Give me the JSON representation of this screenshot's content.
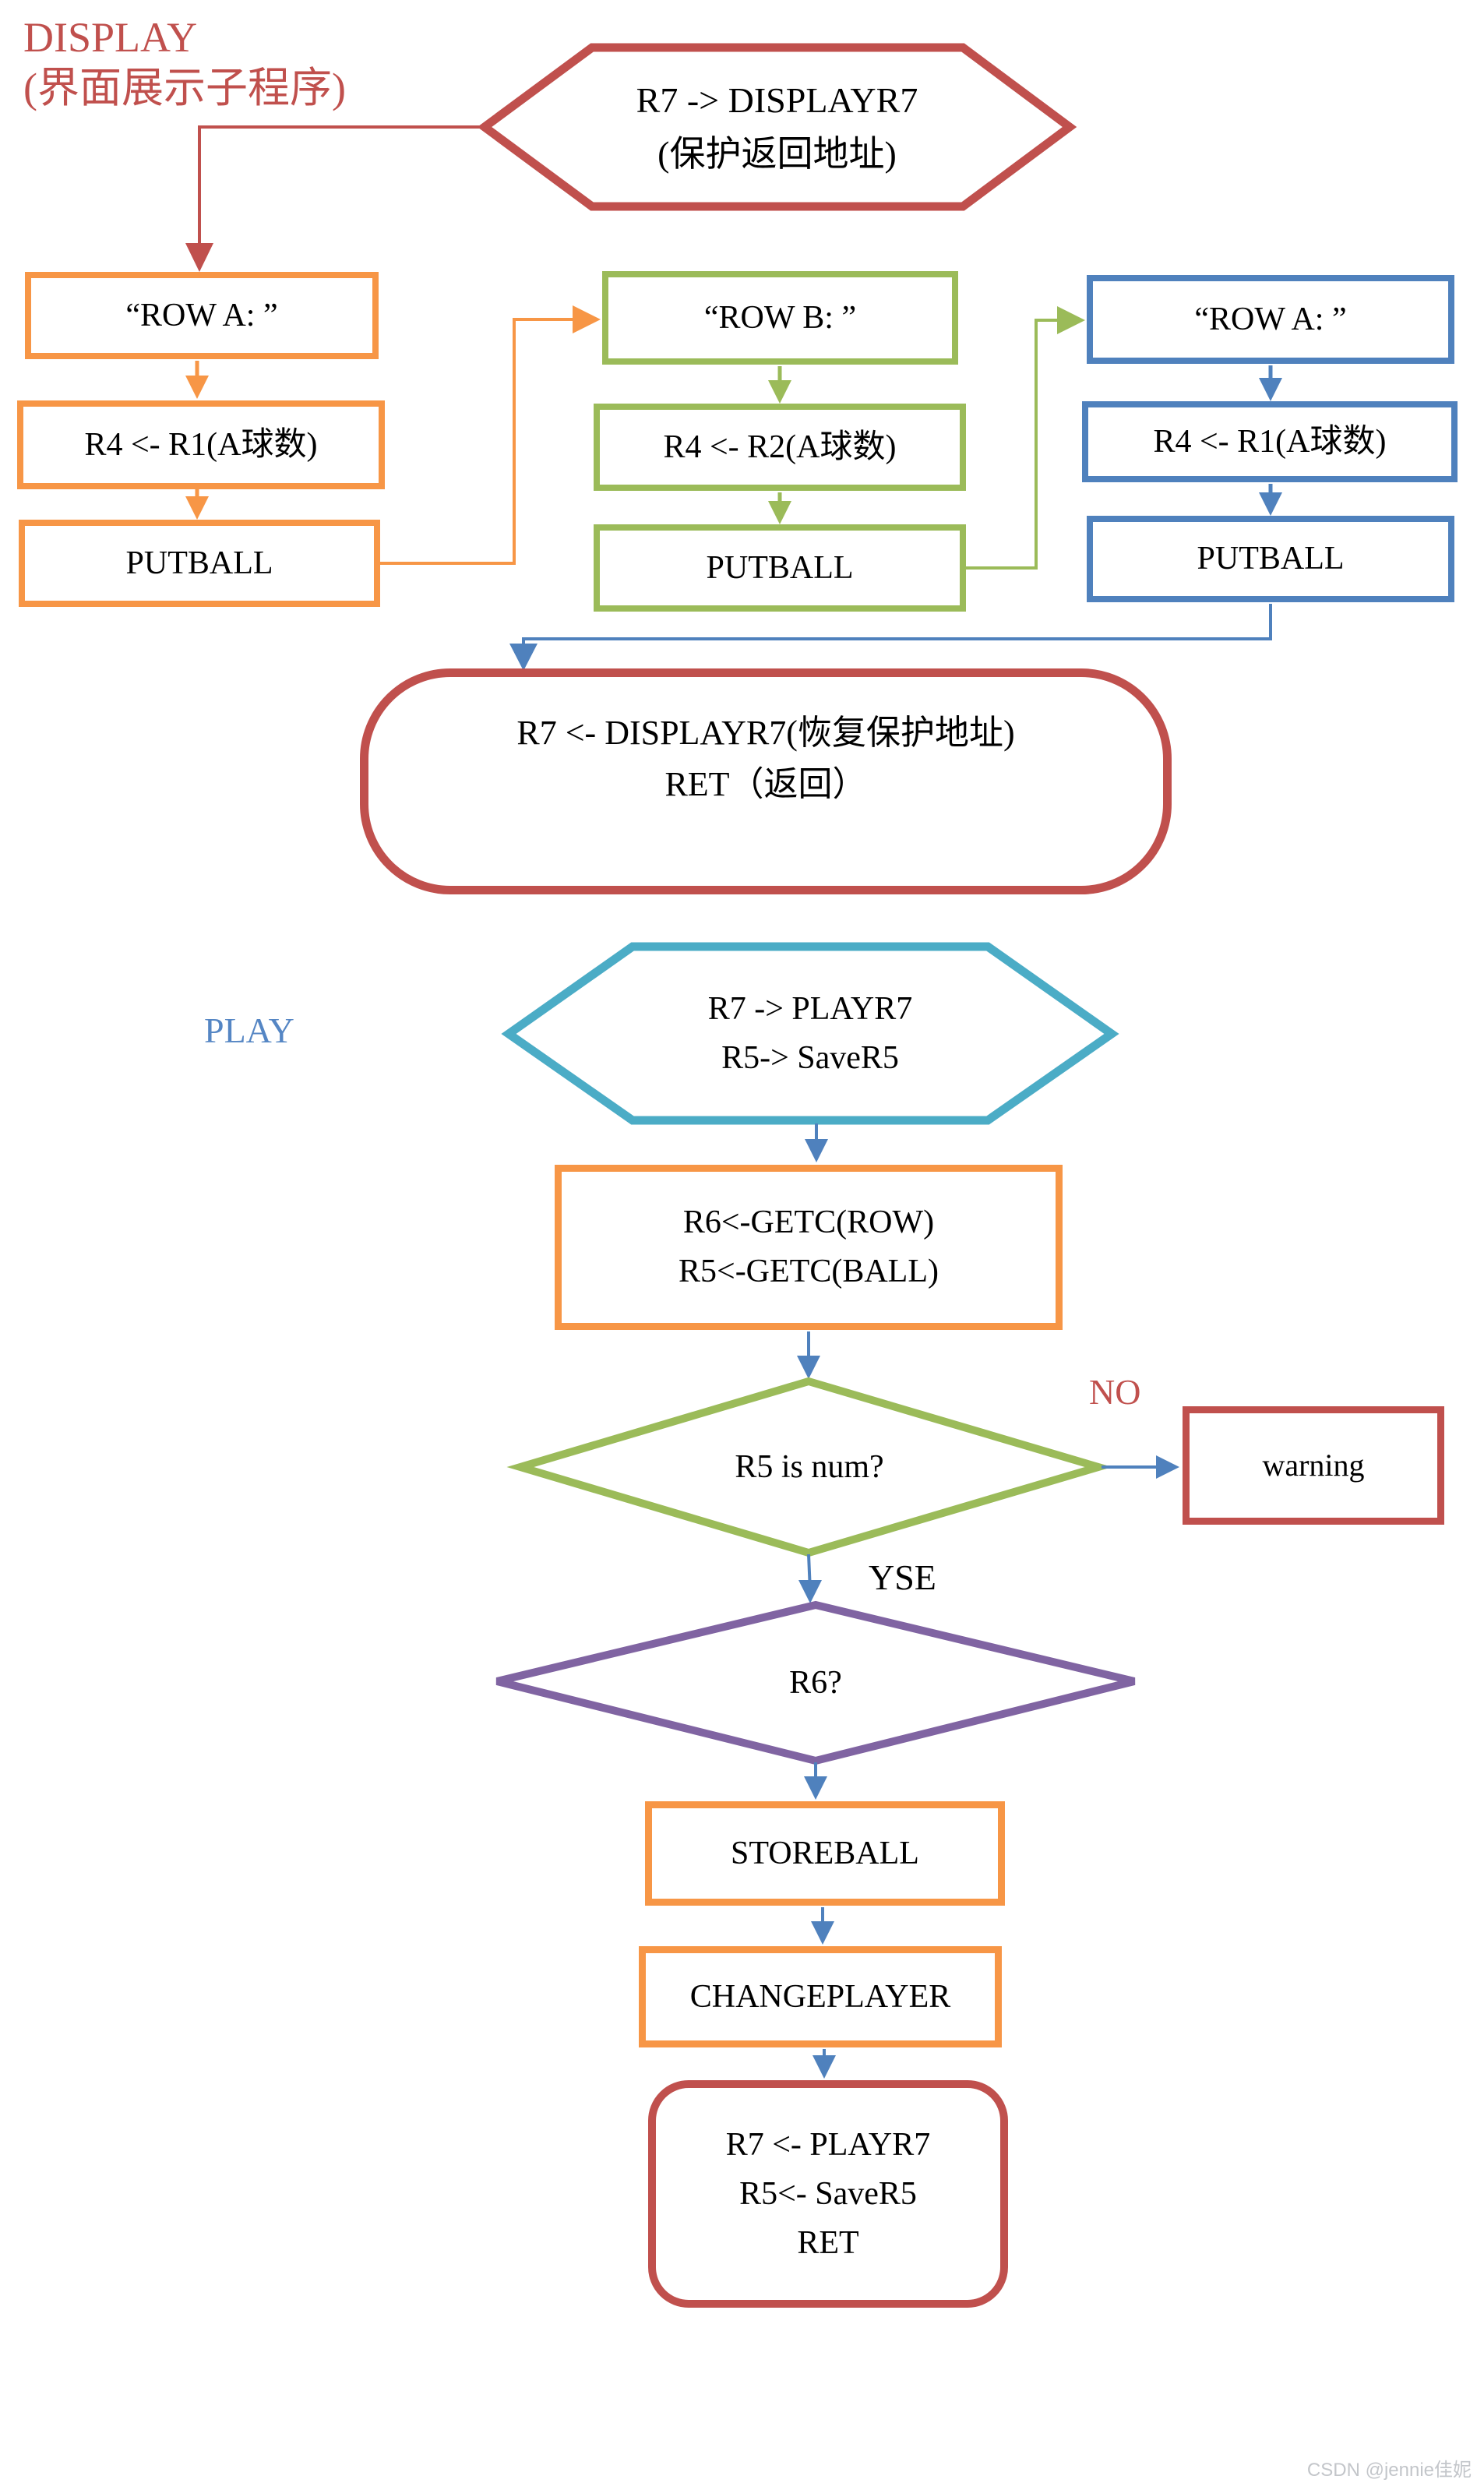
{
  "title": {
    "line1": "DISPLAY",
    "line2": "(界面展示子程序)"
  },
  "display_flow": {
    "entry_hexagon": {
      "line1": "R7 -> DISPLAYR7",
      "line2": "(保护返回地址)"
    },
    "column_a": {
      "box1": "“ROW A: ”",
      "box2": "R4 <- R1(A球数)",
      "box3": "PUTBALL"
    },
    "column_b": {
      "box1": "“ROW B: ”",
      "box2": "R4 <- R2(A球数)",
      "box3": "PUTBALL"
    },
    "column_c": {
      "box1": "“ROW A: ”",
      "box2": "R4 <- R1(A球数)",
      "box3": "PUTBALL"
    },
    "exit_stadium": {
      "line1": "R7 <- DISPLAYR7(恢复保护地址)",
      "line2": "RET（返回）"
    }
  },
  "play_flow": {
    "section_label": "PLAY",
    "entry_hexagon": {
      "line1": "R7 -> PLAYR7",
      "line2": "R5-> SaveR5"
    },
    "getc_box": {
      "line1": "R6<-GETC(ROW)",
      "line2": "R5<-GETC(BALL)"
    },
    "num_check_diamond": "R5 is num?",
    "no_label": "NO",
    "yes_label": "YSE",
    "warning_box": "warning",
    "r6_diamond": "R6?",
    "storeball_box": "STOREBALL",
    "changeplayer_box": "CHANGEPLAYER",
    "exit_box": {
      "line1": "R7 <- PLAYR7",
      "line2": "R5<- SaveR5",
      "line3": "RET"
    }
  },
  "watermark": "CSDN @jennie佳妮",
  "colors": {
    "red": "#C0504D",
    "orange": "#F79646",
    "green": "#9BBB59",
    "blue": "#4F81BD",
    "cyan": "#4BACC6",
    "purple": "#8064A2",
    "play": "#5586C4",
    "muted": "#C3C6CA"
  }
}
